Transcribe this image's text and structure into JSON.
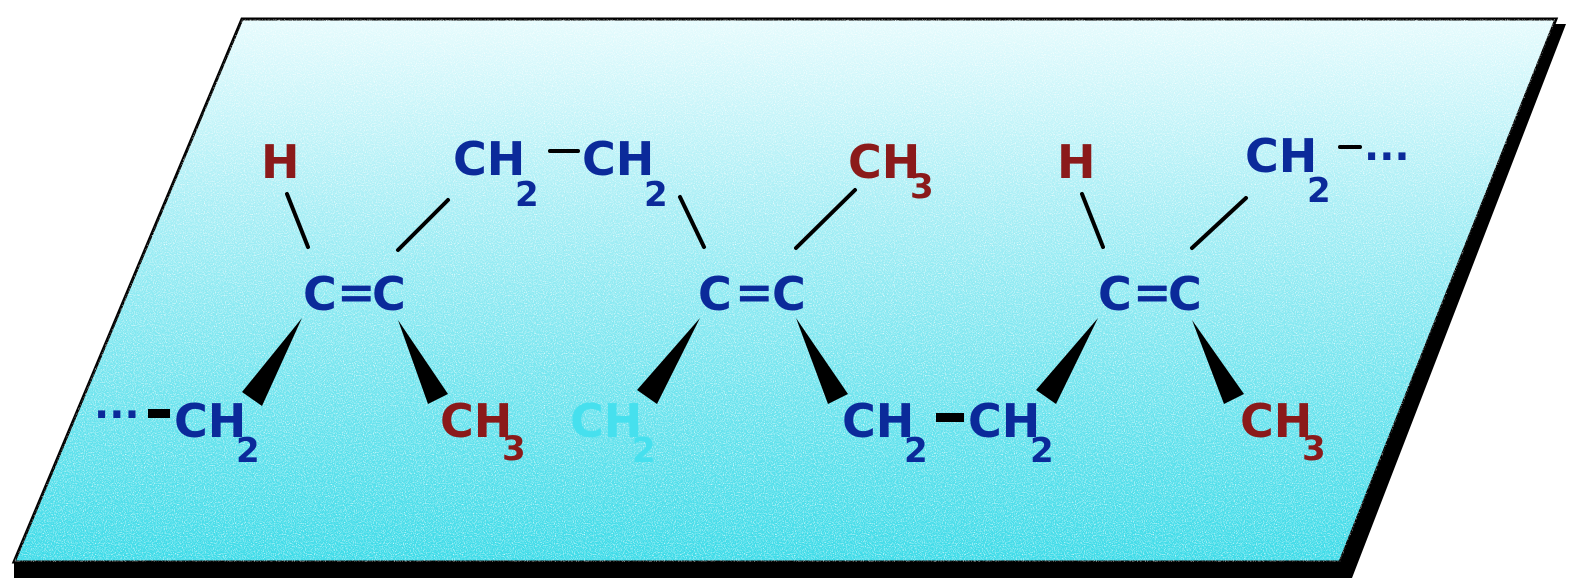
{
  "colors": {
    "background": "#ffffff",
    "plane_light": "#ccf7fb",
    "plane_mid": "#66e3ef",
    "plane_dark": "#33dbe9",
    "plane_edge": "#000000",
    "carbon": "#0b2a9a",
    "hydrogen": "#8b1a1a",
    "methyl": "#8b1a1a",
    "faded": "#46e0ee",
    "bond": "#000000"
  },
  "labels": {
    "h1": "H",
    "top_ch2_a": "CH",
    "top_ch2_b": "CH",
    "top_ch3": "CH",
    "h2": "H",
    "top_ch2_c": "CH",
    "top_dots": "···",
    "left_dots": "···",
    "bot_ch2_a": "CH",
    "bot_ch3_a": "CH",
    "bot_ch2_faded": "CH",
    "bot_ch2_b": "CH",
    "bot_ch2_c": "CH",
    "bot_ch3_b": "CH",
    "c1": "C",
    "c2": "C",
    "c3": "C",
    "c4": "C",
    "c5": "C",
    "c6": "C",
    "eq1": "=",
    "eq2": "=",
    "eq3": "=",
    "sub2": "2",
    "sub3": "3"
  }
}
